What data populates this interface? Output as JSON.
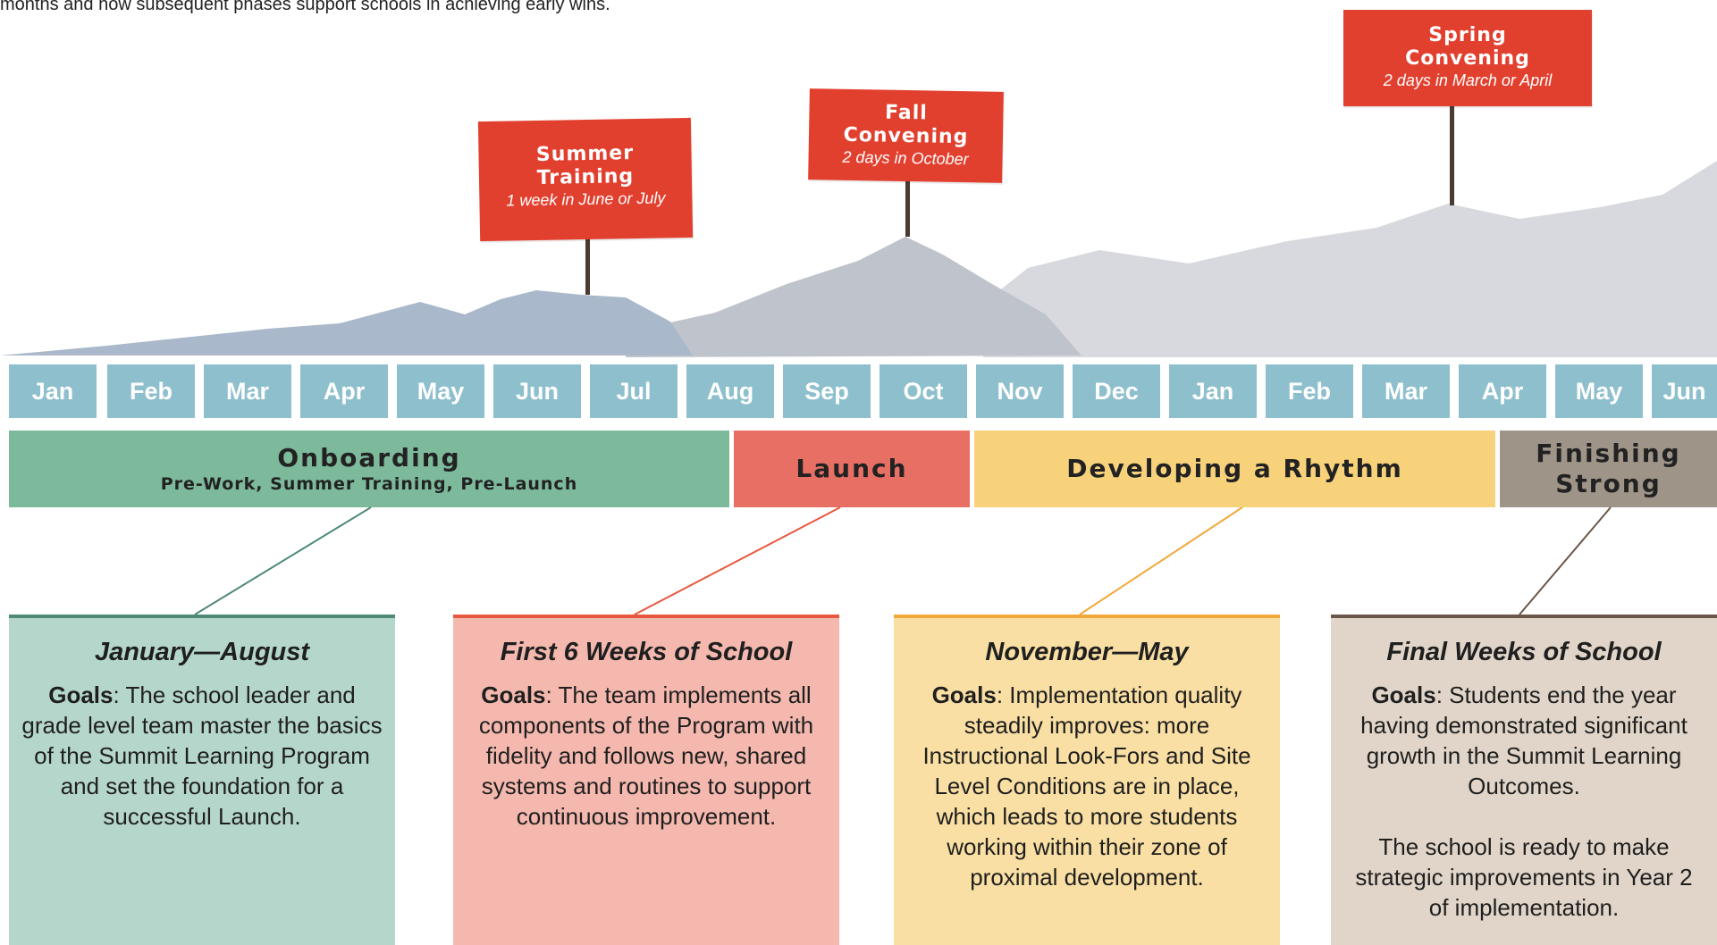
{
  "intro_text": "months and how subsequent phases support schools in achieving early wins.",
  "flags": [
    {
      "title_line1": "Summer",
      "title_line2": "Training",
      "subtitle": "1 week in June or July"
    },
    {
      "title_line1": "Fall",
      "title_line2": "Convening",
      "subtitle": "2 days in October"
    },
    {
      "title_line1": "Spring",
      "title_line2": "Convening",
      "subtitle": "2 days in March or April"
    }
  ],
  "months": [
    "Jan",
    "Feb",
    "Mar",
    "Apr",
    "May",
    "Jun",
    "Jul",
    "Aug",
    "Sep",
    "Oct",
    "Nov",
    "Dec",
    "Jan",
    "Feb",
    "Mar",
    "Apr",
    "May",
    "Jun"
  ],
  "phases": [
    {
      "name": "Onboarding",
      "detail": "Pre-Work, Summer Training, Pre-Launch",
      "color": "#7db99b"
    },
    {
      "name": "Launch",
      "detail": "",
      "color": "#e86f64"
    },
    {
      "name": "Developing a Rhythm",
      "detail": "",
      "color": "#f7d27a"
    },
    {
      "name": "Finishing",
      "detail": "Strong",
      "color": "#9e9488"
    }
  ],
  "cards": [
    {
      "title": "January—August",
      "goals_label": "Goals",
      "body": ": The school leader and grade level team master the basics of the Summit Learning Program and set the foundation for a successful Launch.",
      "body2": "",
      "color": "#b5d6cb",
      "accent": "#4f8a78"
    },
    {
      "title": "First 6 Weeks of School",
      "goals_label": "Goals",
      "body": ": The team implements all components of the Program with fidelity and follows new, shared systems and routines to support continuous improvement.",
      "body2": "",
      "color": "#f4b8ae",
      "accent": "#e8583e"
    },
    {
      "title": "November—May",
      "goals_label": "Goals",
      "body": ": Implementation quality steadily improves: more Instructional Look-Fors and Site Level Conditions are in place, which leads to more students working within their zone of proximal development.",
      "body2": "",
      "color": "#f9dfa3",
      "accent": "#f2a93b"
    },
    {
      "title": "Final Weeks of School",
      "goals_label": "Goals",
      "body": ": Students end the year having demonstrated significant growth in the Summit Learning Outcomes.",
      "body2": "The school is ready to make strategic improvements in Year 2 of implementation.",
      "color": "#e0d5c8",
      "accent": "#6b5648"
    }
  ]
}
